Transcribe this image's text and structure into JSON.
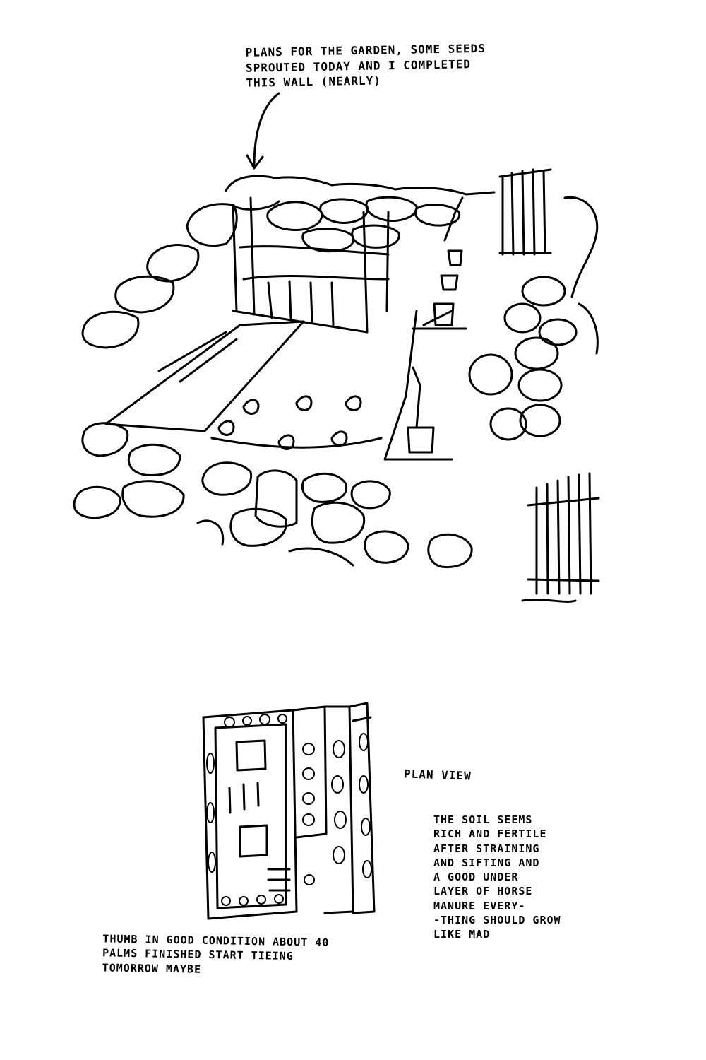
{
  "notes": {
    "top": [
      "PLANS FOR THE GARDEN, SOME SEEDS",
      "SPROUTED TODAY AND I COMPLETED",
      "THIS WALL (NEARLY)"
    ],
    "plan_label": "PLAN VIEW",
    "soil": [
      "THE SOIL SEEMS",
      "RICH AND FERTILE",
      "AFTER STRAINING",
      "AND SIFTING AND",
      "A GOOD UNDER",
      "LAYER OF HORSE",
      "MANURE EVERY-",
      "-THING SHOULD GROW",
      "LIKE MAD"
    ],
    "thumb": [
      "THUMB IN GOOD CONDITION ABOUT 40",
      "PALMS FINISHED START TIEING",
      "TOMORROW MAYBE"
    ]
  },
  "colors": {
    "ink": "#000000",
    "paper": "#ffffff"
  }
}
